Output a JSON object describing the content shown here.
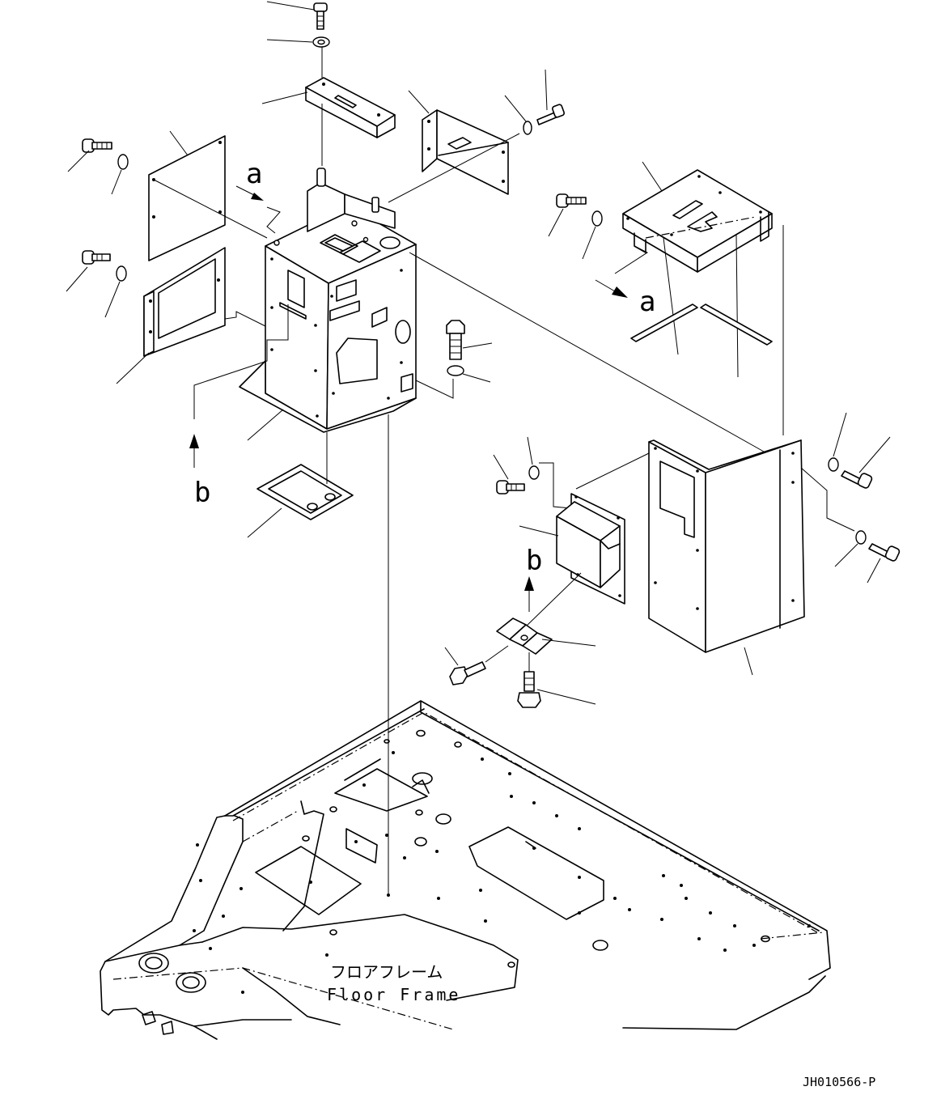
{
  "diagram": {
    "view_labels": {
      "a_top": "a",
      "a_right": "a",
      "b_left": "b",
      "b_center": "b"
    },
    "floor_frame": {
      "label_jp": "フロアフレーム",
      "label_en": "Floor Frame"
    },
    "drawing_code": "JH010566-P"
  },
  "icons": {
    "bolt": "bolt-icon",
    "washer": "washer-icon",
    "arrow": "arrow-icon"
  }
}
